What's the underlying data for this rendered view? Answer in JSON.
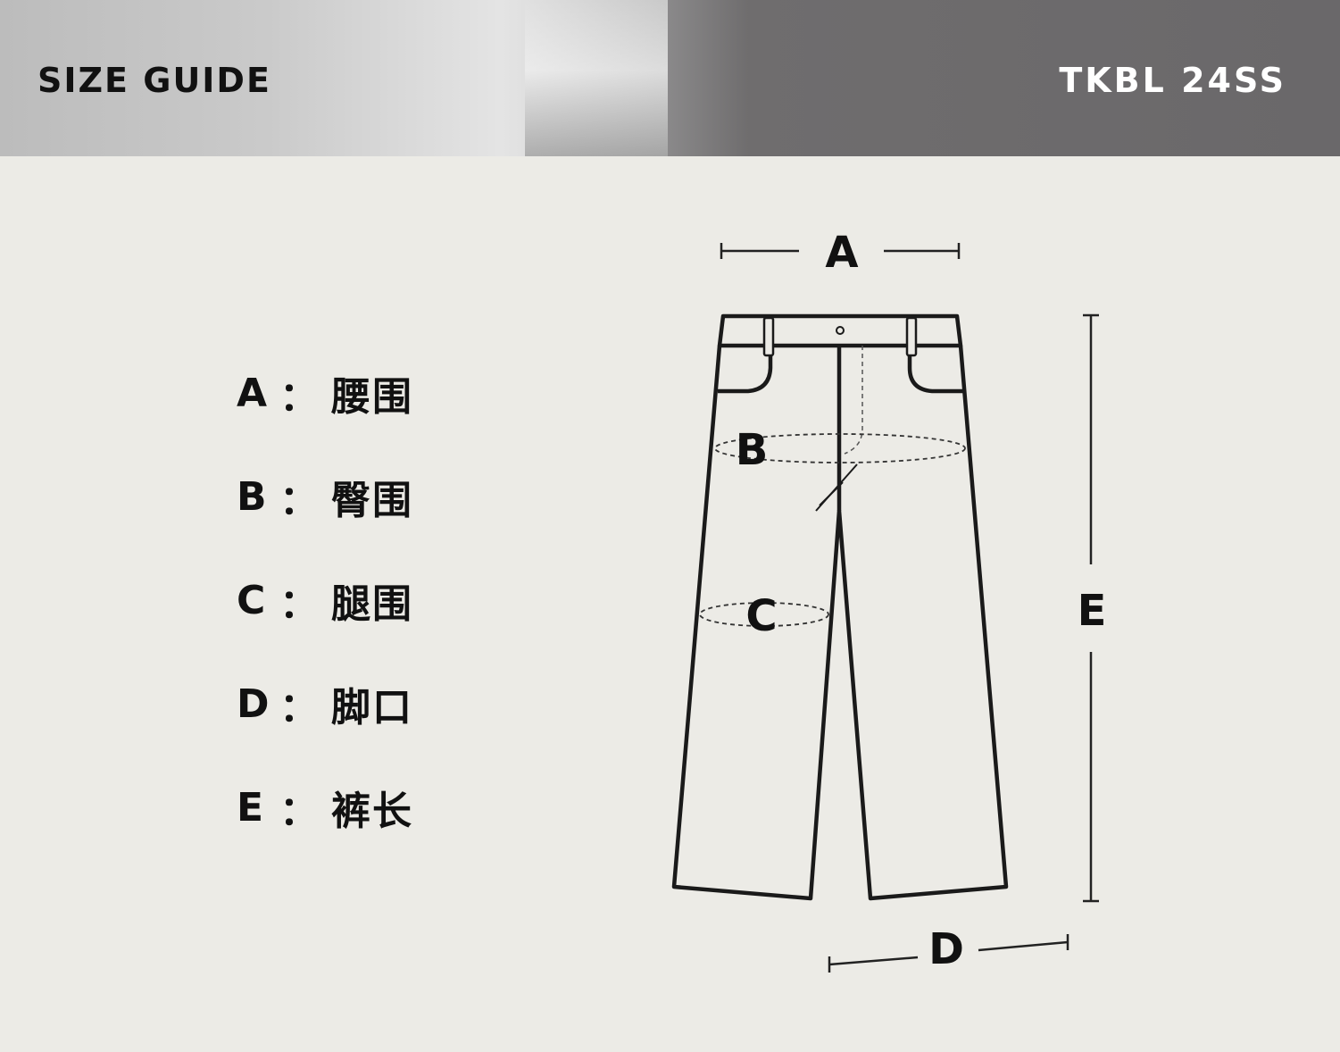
{
  "header": {
    "title": "SIZE GUIDE",
    "code": "TKBL 24SS"
  },
  "legend": [
    {
      "key": "A",
      "label": "腰围"
    },
    {
      "key": "B",
      "label": "臀围"
    },
    {
      "key": "C",
      "label": "腿围"
    },
    {
      "key": "D",
      "label": "脚口"
    },
    {
      "key": "E",
      "label": "裤长"
    }
  ],
  "colon": "：",
  "diagram": {
    "label_a": "A",
    "label_b": "B",
    "label_c": "C",
    "label_d": "D",
    "label_e": "E"
  }
}
